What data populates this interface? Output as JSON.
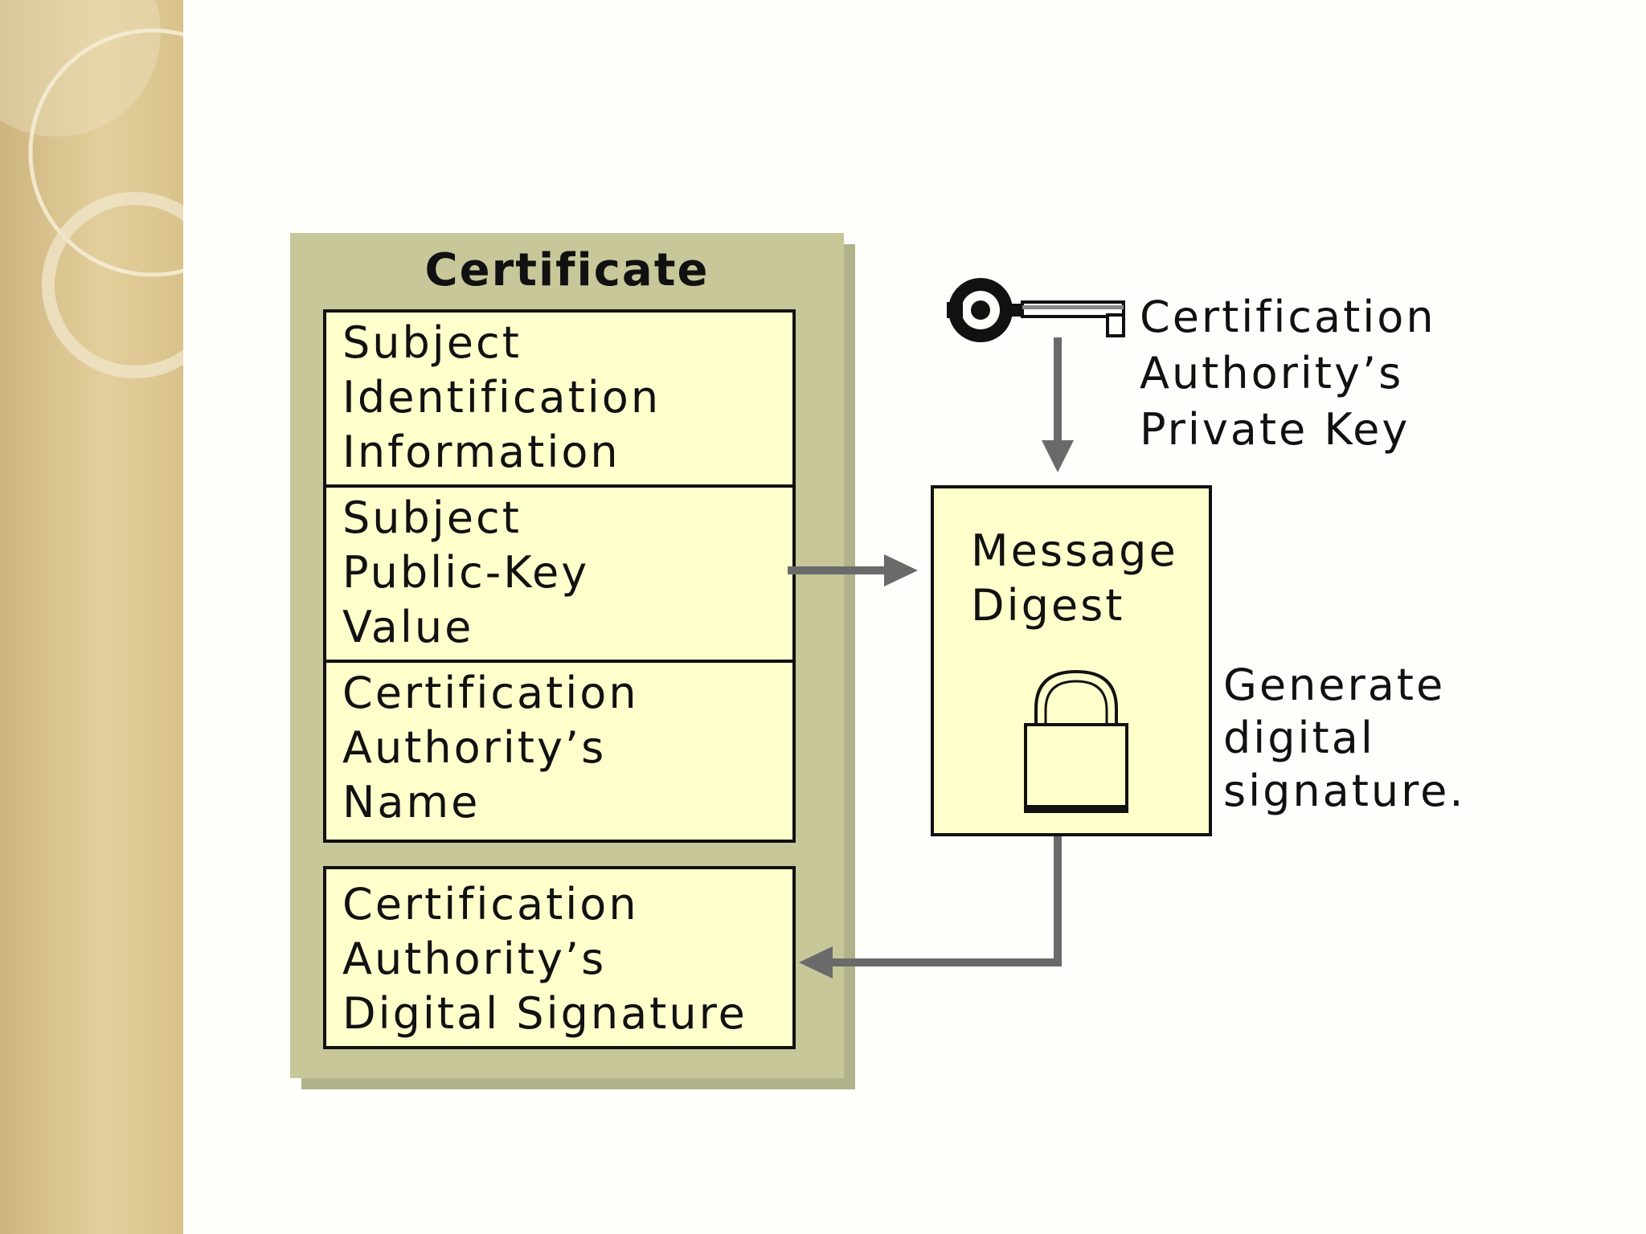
{
  "certificate": {
    "title": "Certificate",
    "fields": [
      {
        "lines": [
          "Subject",
          "Identification",
          "Information"
        ]
      },
      {
        "lines": [
          "Subject",
          "Public-Key",
          "Value"
        ]
      },
      {
        "lines": [
          "Certification",
          "Authority’s",
          "Name"
        ]
      }
    ],
    "signature_field": {
      "lines": [
        "Certification",
        "Authority’s",
        "Digital Signature"
      ]
    }
  },
  "private_key": {
    "lines": [
      "Certification",
      "Authority’s",
      "Private Key"
    ],
    "icon": "key-icon"
  },
  "digest": {
    "lines": [
      "Message",
      "Digest"
    ],
    "icon": "padlock-icon"
  },
  "process": {
    "lines": [
      "Generate",
      "digital",
      "signature."
    ]
  },
  "colors": {
    "panel": "#c7c79a",
    "field_fill": "#ffffcc",
    "arrow": "#6a6a6a",
    "sidebar": "#d9c28b"
  }
}
